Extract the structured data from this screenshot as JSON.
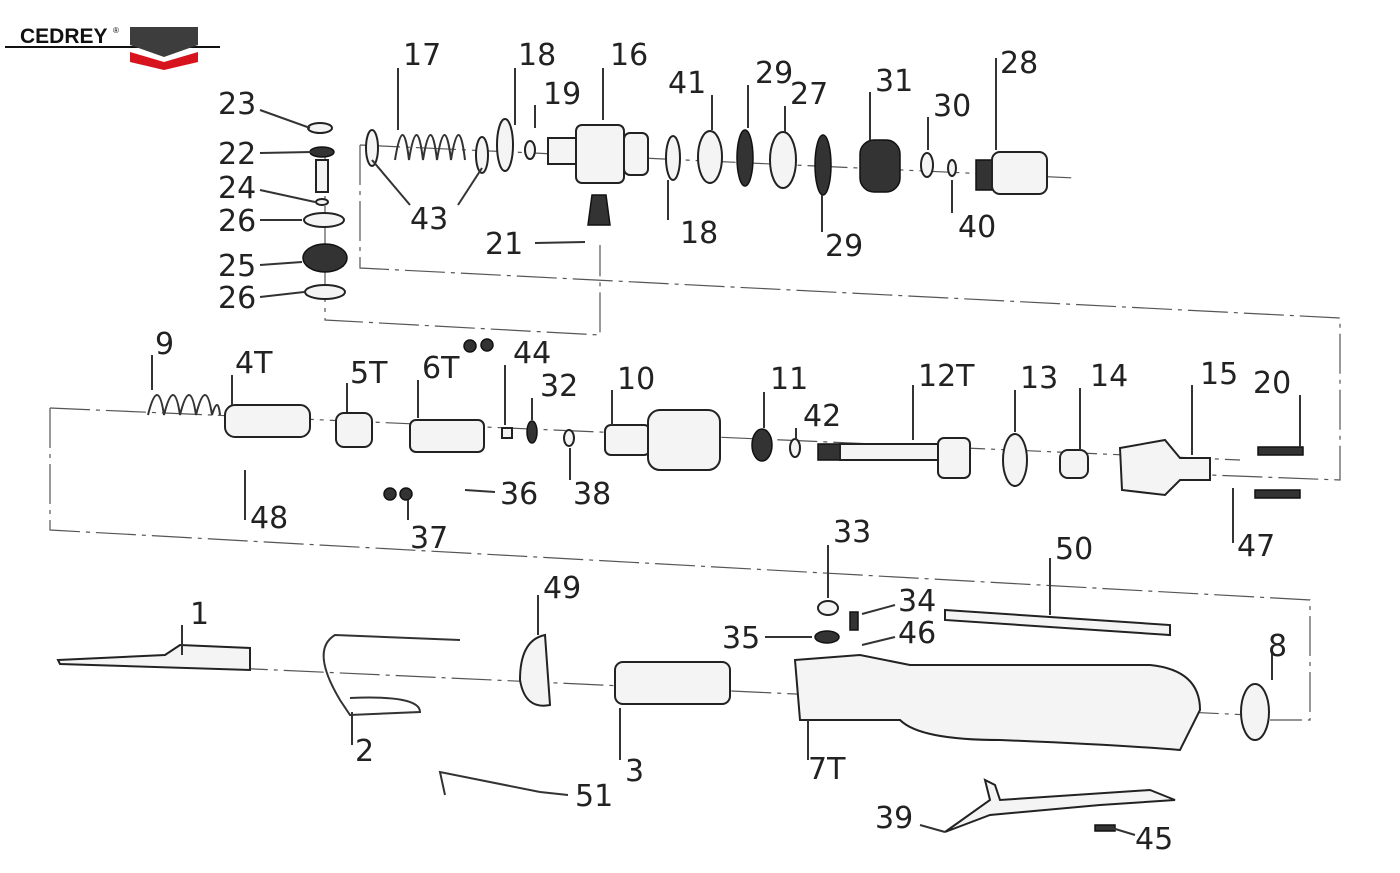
{
  "brand": {
    "name": "CEDREY",
    "registered": "®",
    "colors": {
      "dark": "#3d3d3d",
      "red": "#d7141e"
    }
  },
  "labels": [
    "17",
    "18",
    "16",
    "19",
    "23",
    "22",
    "24",
    "26",
    "25",
    "26",
    "43",
    "21",
    "18",
    "41",
    "29",
    "27",
    "31",
    "30",
    "28",
    "40",
    "29",
    "9",
    "4T",
    "5T",
    "6T",
    "44",
    "32",
    "10",
    "11",
    "42",
    "12T",
    "13",
    "14",
    "15",
    "20",
    "48",
    "37",
    "36",
    "38",
    "33",
    "34",
    "35",
    "46",
    "50",
    "47",
    "49",
    "1",
    "2",
    "3",
    "7T",
    "8",
    "51",
    "39",
    "45"
  ]
}
